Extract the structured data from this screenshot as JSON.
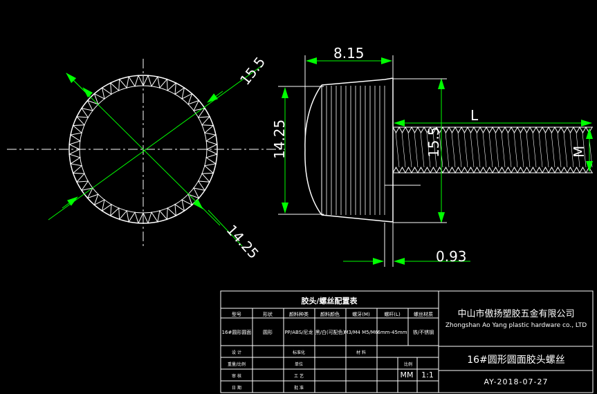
{
  "dimensions": {
    "outer_diameter": "15.5",
    "inner_diameter": "14.25",
    "head_length": "8.15",
    "head_height": "14.25",
    "thread_height": "15.5",
    "flange": "0.93",
    "screw_length": "L",
    "thread_size": "M"
  },
  "title_block": {
    "table_title": "胶头/螺丝配置表",
    "headers": [
      "型号",
      "形状",
      "颜料种类",
      "颜料颜色",
      "螺牙(M)",
      "螺杆(L)",
      "螺丝材质"
    ],
    "values": [
      "16#圆形圆面",
      "圆形",
      "PP/ABS/尼龙",
      "黑/白(可配色)",
      "M3/M4 M5/M6",
      "6mm-45mm",
      "铁/不锈钢"
    ],
    "company_cn": "中山市傲扬塑胶五金有限公司",
    "company_en": "Zhongshan Ao Yang plastic hardware co., LTD",
    "part_name": "16#圆形圆面胶头螺丝",
    "unit": "MM",
    "scale": "1:1",
    "drawing_no": "AY-2018-07-27",
    "lower_labels": [
      "设 计",
      "标准化",
      "材 料",
      "重量/比例",
      "单位",
      "比例",
      "审 核",
      "工 艺",
      "日 期",
      "批 准"
    ]
  },
  "colors": {
    "background": "#000000",
    "outline": "#ffffff",
    "dimension": "#00ff00",
    "arrow": "#00ff00"
  }
}
